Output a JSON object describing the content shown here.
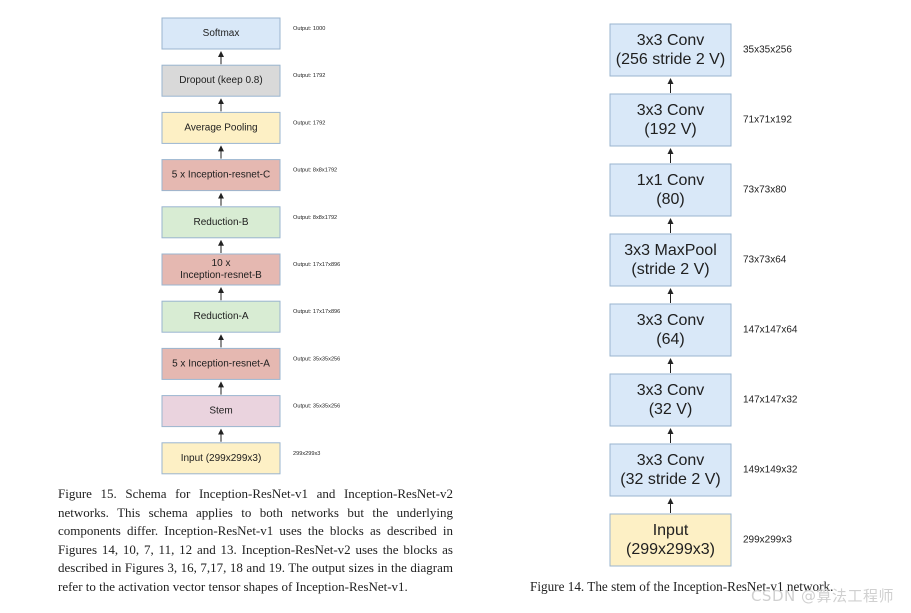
{
  "colors": {
    "blue": "#d9e8f8",
    "gray": "#d9d9d9",
    "yellow": "#fdf0c5",
    "red": "#e5b8b1",
    "green": "#d8ecd3",
    "pink": "#ead3de",
    "stroke": "#9ab5cf"
  },
  "left_diagram": {
    "blocks": [
      {
        "lines": [
          "Softmax"
        ],
        "output": "Output: 1000",
        "color": "blue"
      },
      {
        "lines": [
          "Dropout (keep 0.8)"
        ],
        "output": "Output: 1792",
        "color": "gray"
      },
      {
        "lines": [
          "Average Pooling"
        ],
        "output": "Output: 1792",
        "color": "yellow"
      },
      {
        "lines": [
          "5 x Inception-resnet-C"
        ],
        "output": "Output: 8x8x1792",
        "color": "red"
      },
      {
        "lines": [
          "Reduction-B"
        ],
        "output": "Output: 8x8x1792",
        "color": "green"
      },
      {
        "lines": [
          "10 x",
          "Inception-resnet-B"
        ],
        "output": "Output: 17x17x896",
        "color": "red"
      },
      {
        "lines": [
          "Reduction-A"
        ],
        "output": "Output: 17x17x896",
        "color": "green"
      },
      {
        "lines": [
          "5 x Inception-resnet-A"
        ],
        "output": "Output: 35x35x256",
        "color": "red"
      },
      {
        "lines": [
          "Stem"
        ],
        "output": "Output: 35x35x256",
        "color": "pink"
      },
      {
        "lines": [
          "Input (299x299x3)"
        ],
        "output": "299x299x3",
        "color": "yellow"
      }
    ],
    "caption": "Figure 15. Schema for Inception-ResNet-v1 and Inception-ResNet-v2 networks. This schema applies to both networks but the underlying components differ. Inception-ResNet-v1 uses the blocks as described in Figures 14, 10, 7, 11, 12 and 13. Inception-ResNet-v2 uses the blocks as described in Figures 3, 16, 7,17, 18 and 19. The output sizes in the diagram refer to the activation vector tensor shapes of Inception-ResNet-v1."
  },
  "right_diagram": {
    "blocks": [
      {
        "lines": [
          "3x3 Conv",
          "(256 stride 2 V)"
        ],
        "output": "35x35x256",
        "color": "blue"
      },
      {
        "lines": [
          "3x3 Conv",
          "(192 V)"
        ],
        "output": "71x71x192",
        "color": "blue"
      },
      {
        "lines": [
          "1x1 Conv",
          "(80)"
        ],
        "output": "73x73x80",
        "color": "blue"
      },
      {
        "lines": [
          "3x3 MaxPool",
          "(stride 2 V)"
        ],
        "output": "73x73x64",
        "color": "blue"
      },
      {
        "lines": [
          "3x3 Conv",
          "(64)"
        ],
        "output": "147x147x64",
        "color": "blue"
      },
      {
        "lines": [
          "3x3 Conv",
          "(32 V)"
        ],
        "output": "147x147x32",
        "color": "blue"
      },
      {
        "lines": [
          "3x3 Conv",
          "(32 stride 2 V)"
        ],
        "output": "149x149x32",
        "color": "blue"
      },
      {
        "lines": [
          "Input",
          "(299x299x3)"
        ],
        "output": "299x299x3",
        "color": "yellow"
      }
    ],
    "caption": "Figure 14. The stem of the Inception-ResNet-v1 network."
  },
  "watermark": "CSDN @算法工程师"
}
